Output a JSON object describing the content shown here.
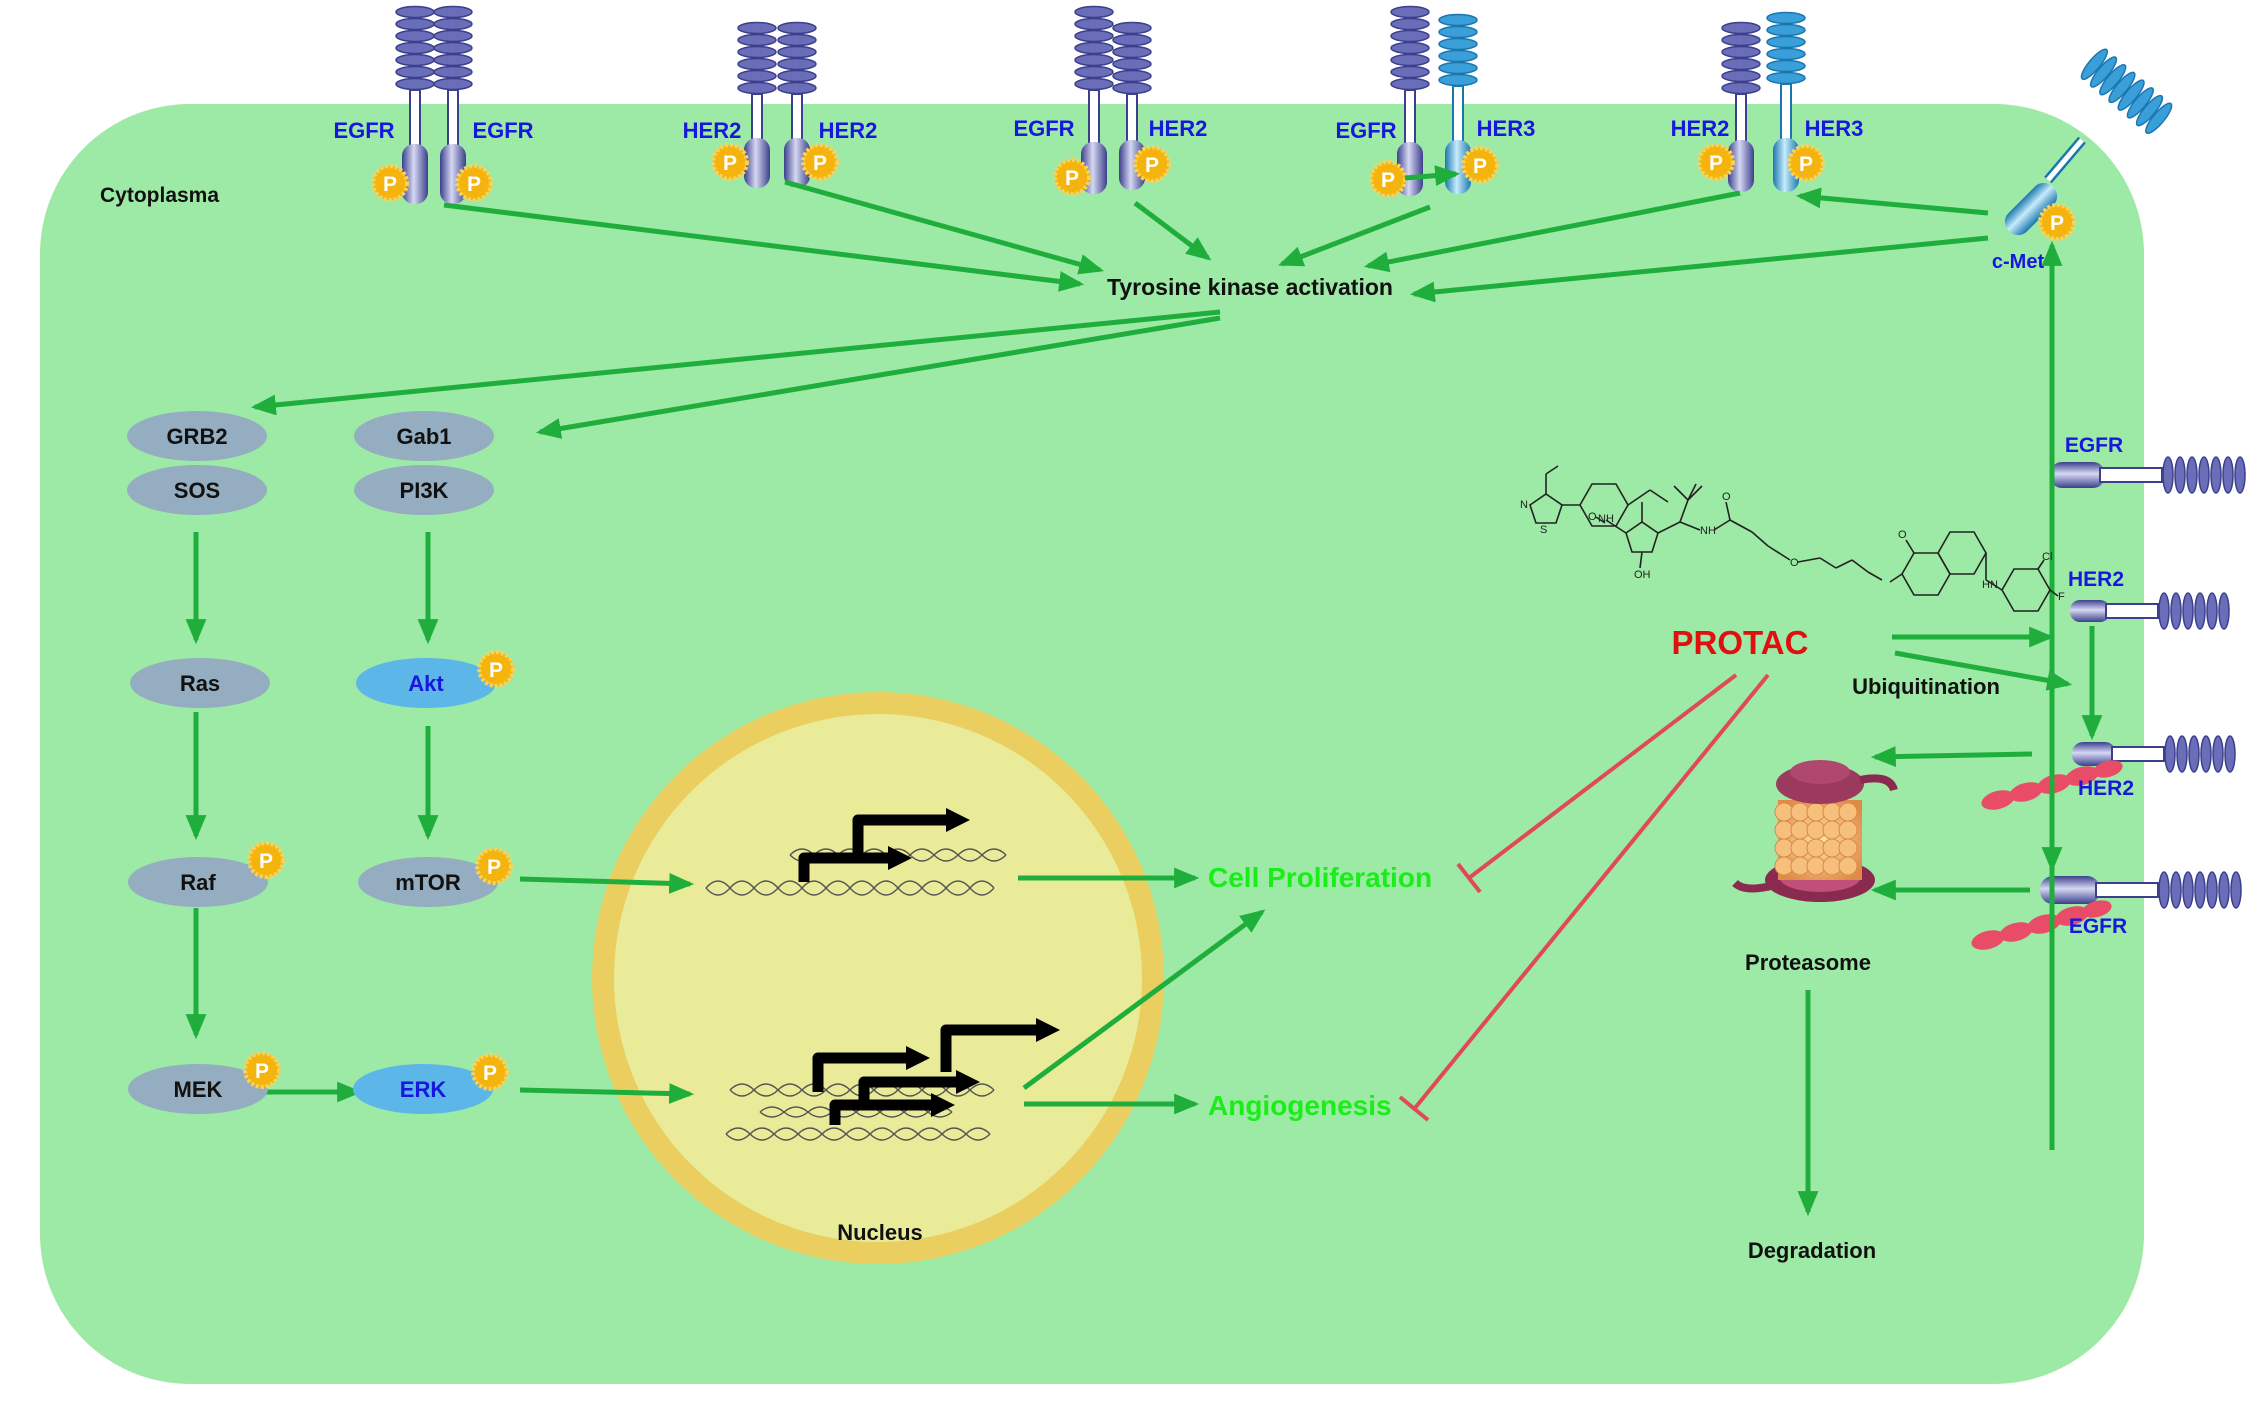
{
  "colors": {
    "cell_fill": "#9de9a6",
    "nucleus_outer": "#ebce60",
    "nucleus_inner": "#e9eb98",
    "arrow_green": "#1fae3c",
    "inhibit_red": "#e04a58",
    "receptor_purple": "#6a6db8",
    "receptor_blue": "#3a9fd8",
    "phospho_orange": "#f5b40d",
    "protein_grey": "#94adc0",
    "protein_blue": "#5db6e8",
    "ubiquitin_pink": "#e84c66",
    "label_blue": "#1717dd",
    "label_green": "#19ee19",
    "label_red": "#e01010"
  },
  "labels": {
    "cytoplasma": "Cytoplasma",
    "tk_activation": "Tyrosine kinase activation",
    "nucleus": "Nucleus",
    "cell_proliferation": "Cell Proliferation",
    "angiogenesis": "Angiogenesis",
    "protac": "PROTAC",
    "ubiquitination": "Ubiquitination",
    "proteasome": "Proteasome",
    "degradation": "Degradation",
    "phospho": "P"
  },
  "dimers": [
    {
      "left": "EGFR",
      "right": "EGFR"
    },
    {
      "left": "HER2",
      "right": "HER2"
    },
    {
      "left": "EGFR",
      "right": "HER2"
    },
    {
      "left": "EGFR",
      "right": "HER3"
    },
    {
      "left": "HER2",
      "right": "HER3"
    }
  ],
  "cmet": "c-Met",
  "side_receptors": [
    "EGFR",
    "HER2",
    "HER2",
    "EGFR"
  ],
  "pathway_left": [
    "GRB2",
    "SOS",
    "Ras",
    "Raf",
    "MEK",
    "ERK"
  ],
  "pathway_right": [
    "Gab1",
    "PI3K",
    "Akt",
    "mTOR"
  ],
  "molecule_atoms": {
    "s": "S",
    "n": "N",
    "nh1": "NH",
    "nh2": "NH",
    "o1": "O",
    "o2": "O",
    "oh": "OH",
    "ome": "O",
    "o3": "O",
    "cl": "Cl",
    "f": "F",
    "hn": "HN",
    "nn": "N"
  }
}
